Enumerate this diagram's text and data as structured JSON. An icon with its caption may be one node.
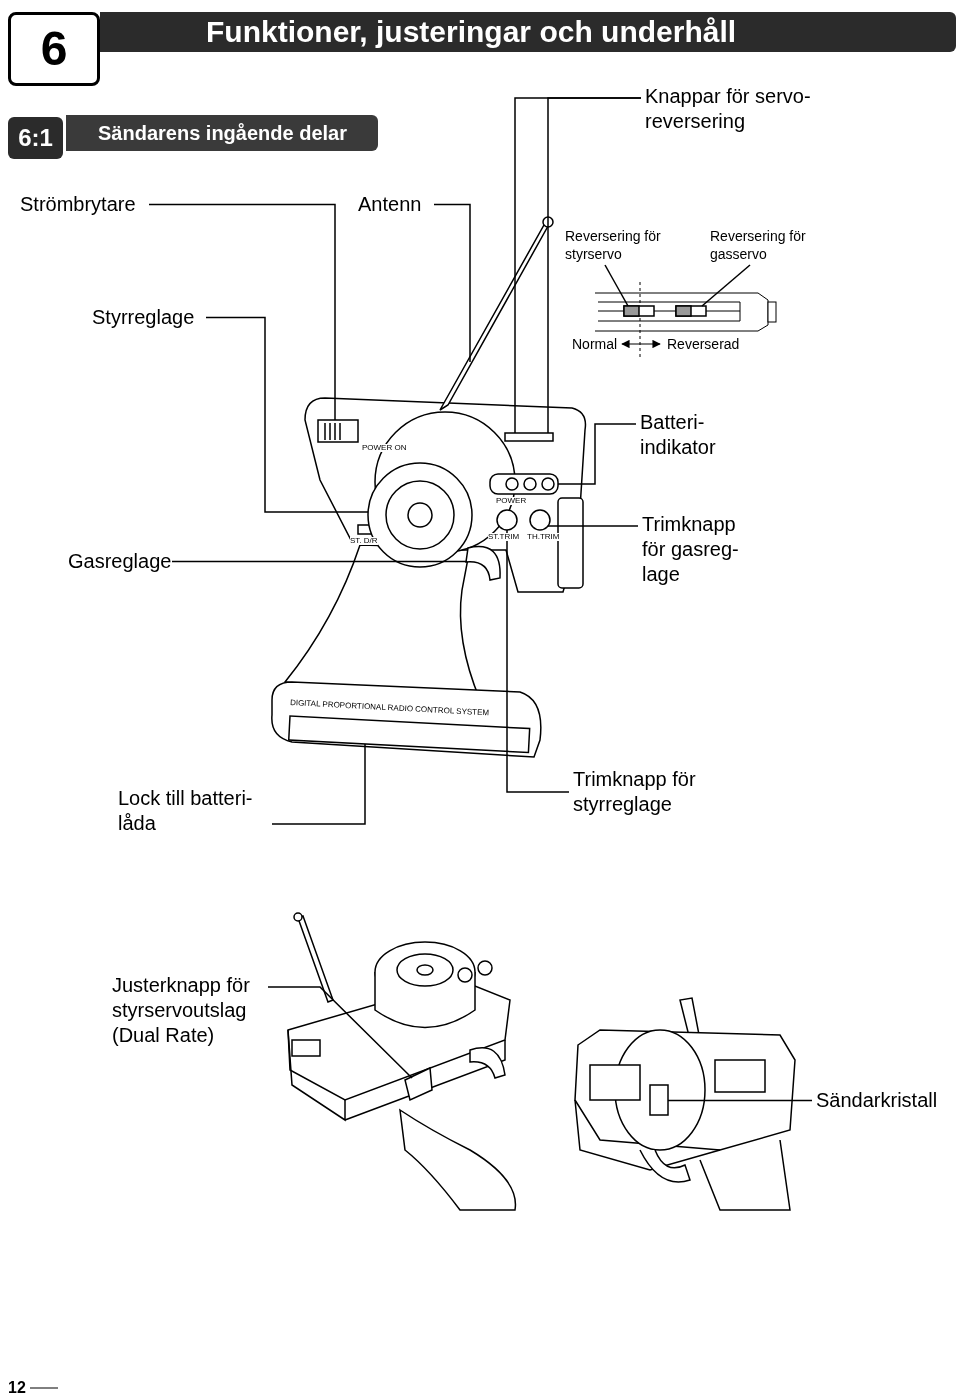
{
  "diagram": {
    "title": "Funktioner, justeringar och underhåll",
    "nodes": [
      {
        "text": [
          "Knappar för servo- reversering"
        ]
      },
      {
        "text": [
          "Strömbrytare"
        ]
      },
      {
        "text": [
          "Antenn"
        ]
      },
      {
        "text": [
          "Reversering för styrservo"
        ]
      },
      {
        "text": [
          "Reversering för gasservo"
        ]
      },
      {
        "text": [
          "Styrreglage"
        ]
      },
      {
        "text": [
          "Batteri- indikator"
        ]
      },
      {
        "text": [
          "Gasreglage"
        ]
      },
      {
        "text": [
          "Trimknapp för gasreg- lage"
        ]
      },
      {
        "text": [
          "Lock till batteri- låda"
        ]
      },
      {
        "text": [
          "Trimknapp för styrreglage"
        ]
      },
      {
        "text": [
          "Justerknapp för styrservoutslag (Dual Rate)"
        ]
      },
      {
        "text": [
          "Sändarkristall"
        ]
      },
      {
        "text": [],
        "shape": "box"
      },
      {
        "text": [],
        "shape": "picture"
      },
      {
        "text": [],
        "shape": "picture"
      },
      {
        "text": [],
        "shape": "picture"
      },
      {
        "text": [],
        "shape": "picture"
      },
      {
        "text": [],
        "shape": "picture"
      },
      {
        "text": [],
        "shape": "picture"
      },
      {
        "text": [],
        "shape": "picture"
      },
      {
        "text": [],
        "shape": "circle"
      },
      {
        "text": [],
        "shape": "box"
      },
      {
        "text": [],
        "shape": "circle"
      },
      {
        "text": [],
        "shape": "picture"
      },
      {
        "text": [],
        "shape": "picture"
      }
    ],
    "edges": [
      {
        "from": 0,
        "to": 13,
        "arrow": "none"
      },
      {
        "from": 0,
        "to": 13,
        "arrow": "none"
      },
      {
        "from": 1,
        "to": 14,
        "arrow": "none"
      },
      {
        "from": 2,
        "to": 15,
        "arrow": "none"
      },
      {
        "from": 3,
        "to": 16,
        "arrow": "none"
      },
      {
        "from": 4,
        "to": 17,
        "arrow": "none"
      },
      {
        "from": 5,
        "to": 18,
        "arrow": "none"
      },
      {
        "from": 6,
        "to": 19,
        "arrow": "none"
      },
      {
        "from": 7,
        "to": 20,
        "arrow": "none"
      },
      {
        "from": 8,
        "to": 23,
        "arrow": "none"
      },
      {
        "from": 9,
        "to": 22,
        "arrow": "none"
      },
      {
        "from": 10,
        "to": 21,
        "arrow": "none"
      },
      {
        "from": 11,
        "to": 24,
        "arrow": "none"
      },
      {
        "from": 12,
        "to": 25,
        "arrow": "none"
      }
    ],
    "labels": [
      "6",
      "6:1",
      "Sändarens ingående delar",
      "Normal",
      "Reverserad",
      "POWER ON",
      "POWER",
      "ST. D/R",
      "ST.TRIM",
      "TH.TRIM",
      "DIGITAL PROPORTIONAL RADIO CONTROL SYSTEM",
      "12"
    ]
  }
}
